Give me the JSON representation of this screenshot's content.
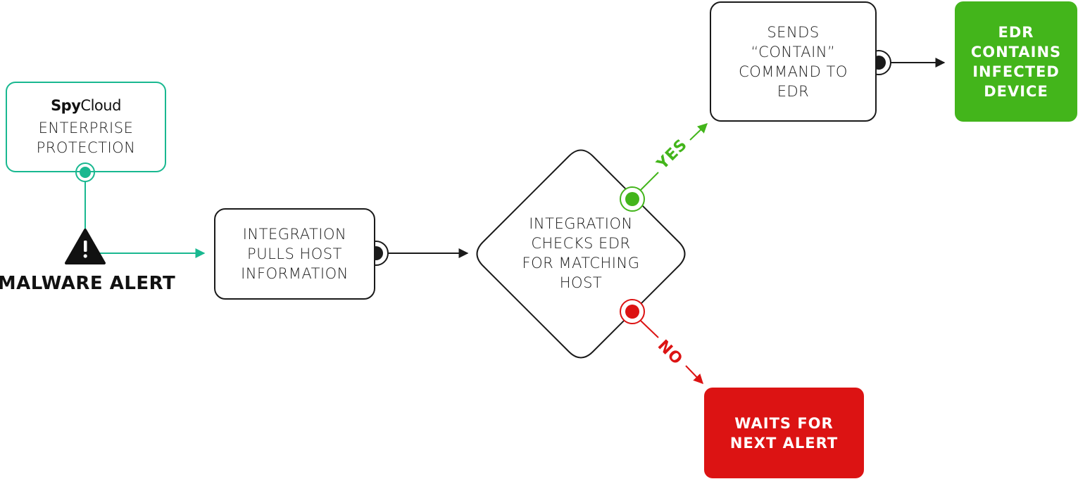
{
  "colors": {
    "teal": "#19b890",
    "green": "#43b51b",
    "red": "#dc1313",
    "dark": "#1a1a1a"
  },
  "nodes": {
    "spycloud": {
      "logo_bold": "Spy",
      "logo_regular": "Cloud",
      "line1": "ENTERPRISE",
      "line2": "PROTECTION"
    },
    "malware_alert": {
      "label": "MALWARE ALERT",
      "icon": "warning-triangle-icon"
    },
    "pulls_host": {
      "line1": "INTEGRATION",
      "line2": "PULLS HOST",
      "line3": "INFORMATION"
    },
    "checks_edr": {
      "line1": "INTEGRATION",
      "line2": "CHECKS EDR",
      "line3": "FOR MATCHING",
      "line4": "HOST"
    },
    "sends_contain": {
      "line1": "SENDS “CONTAIN”",
      "line2": "COMMAND TO",
      "line3": "EDR"
    },
    "edr_contains": {
      "line1": "EDR",
      "line2": "CONTAINS",
      "line3": "INFECTED",
      "line4": "DEVICE"
    },
    "waits_next": {
      "line1": "WAITS FOR",
      "line2": "NEXT ALERT"
    }
  },
  "edges": {
    "yes_label": "YES",
    "no_label": "NO"
  }
}
